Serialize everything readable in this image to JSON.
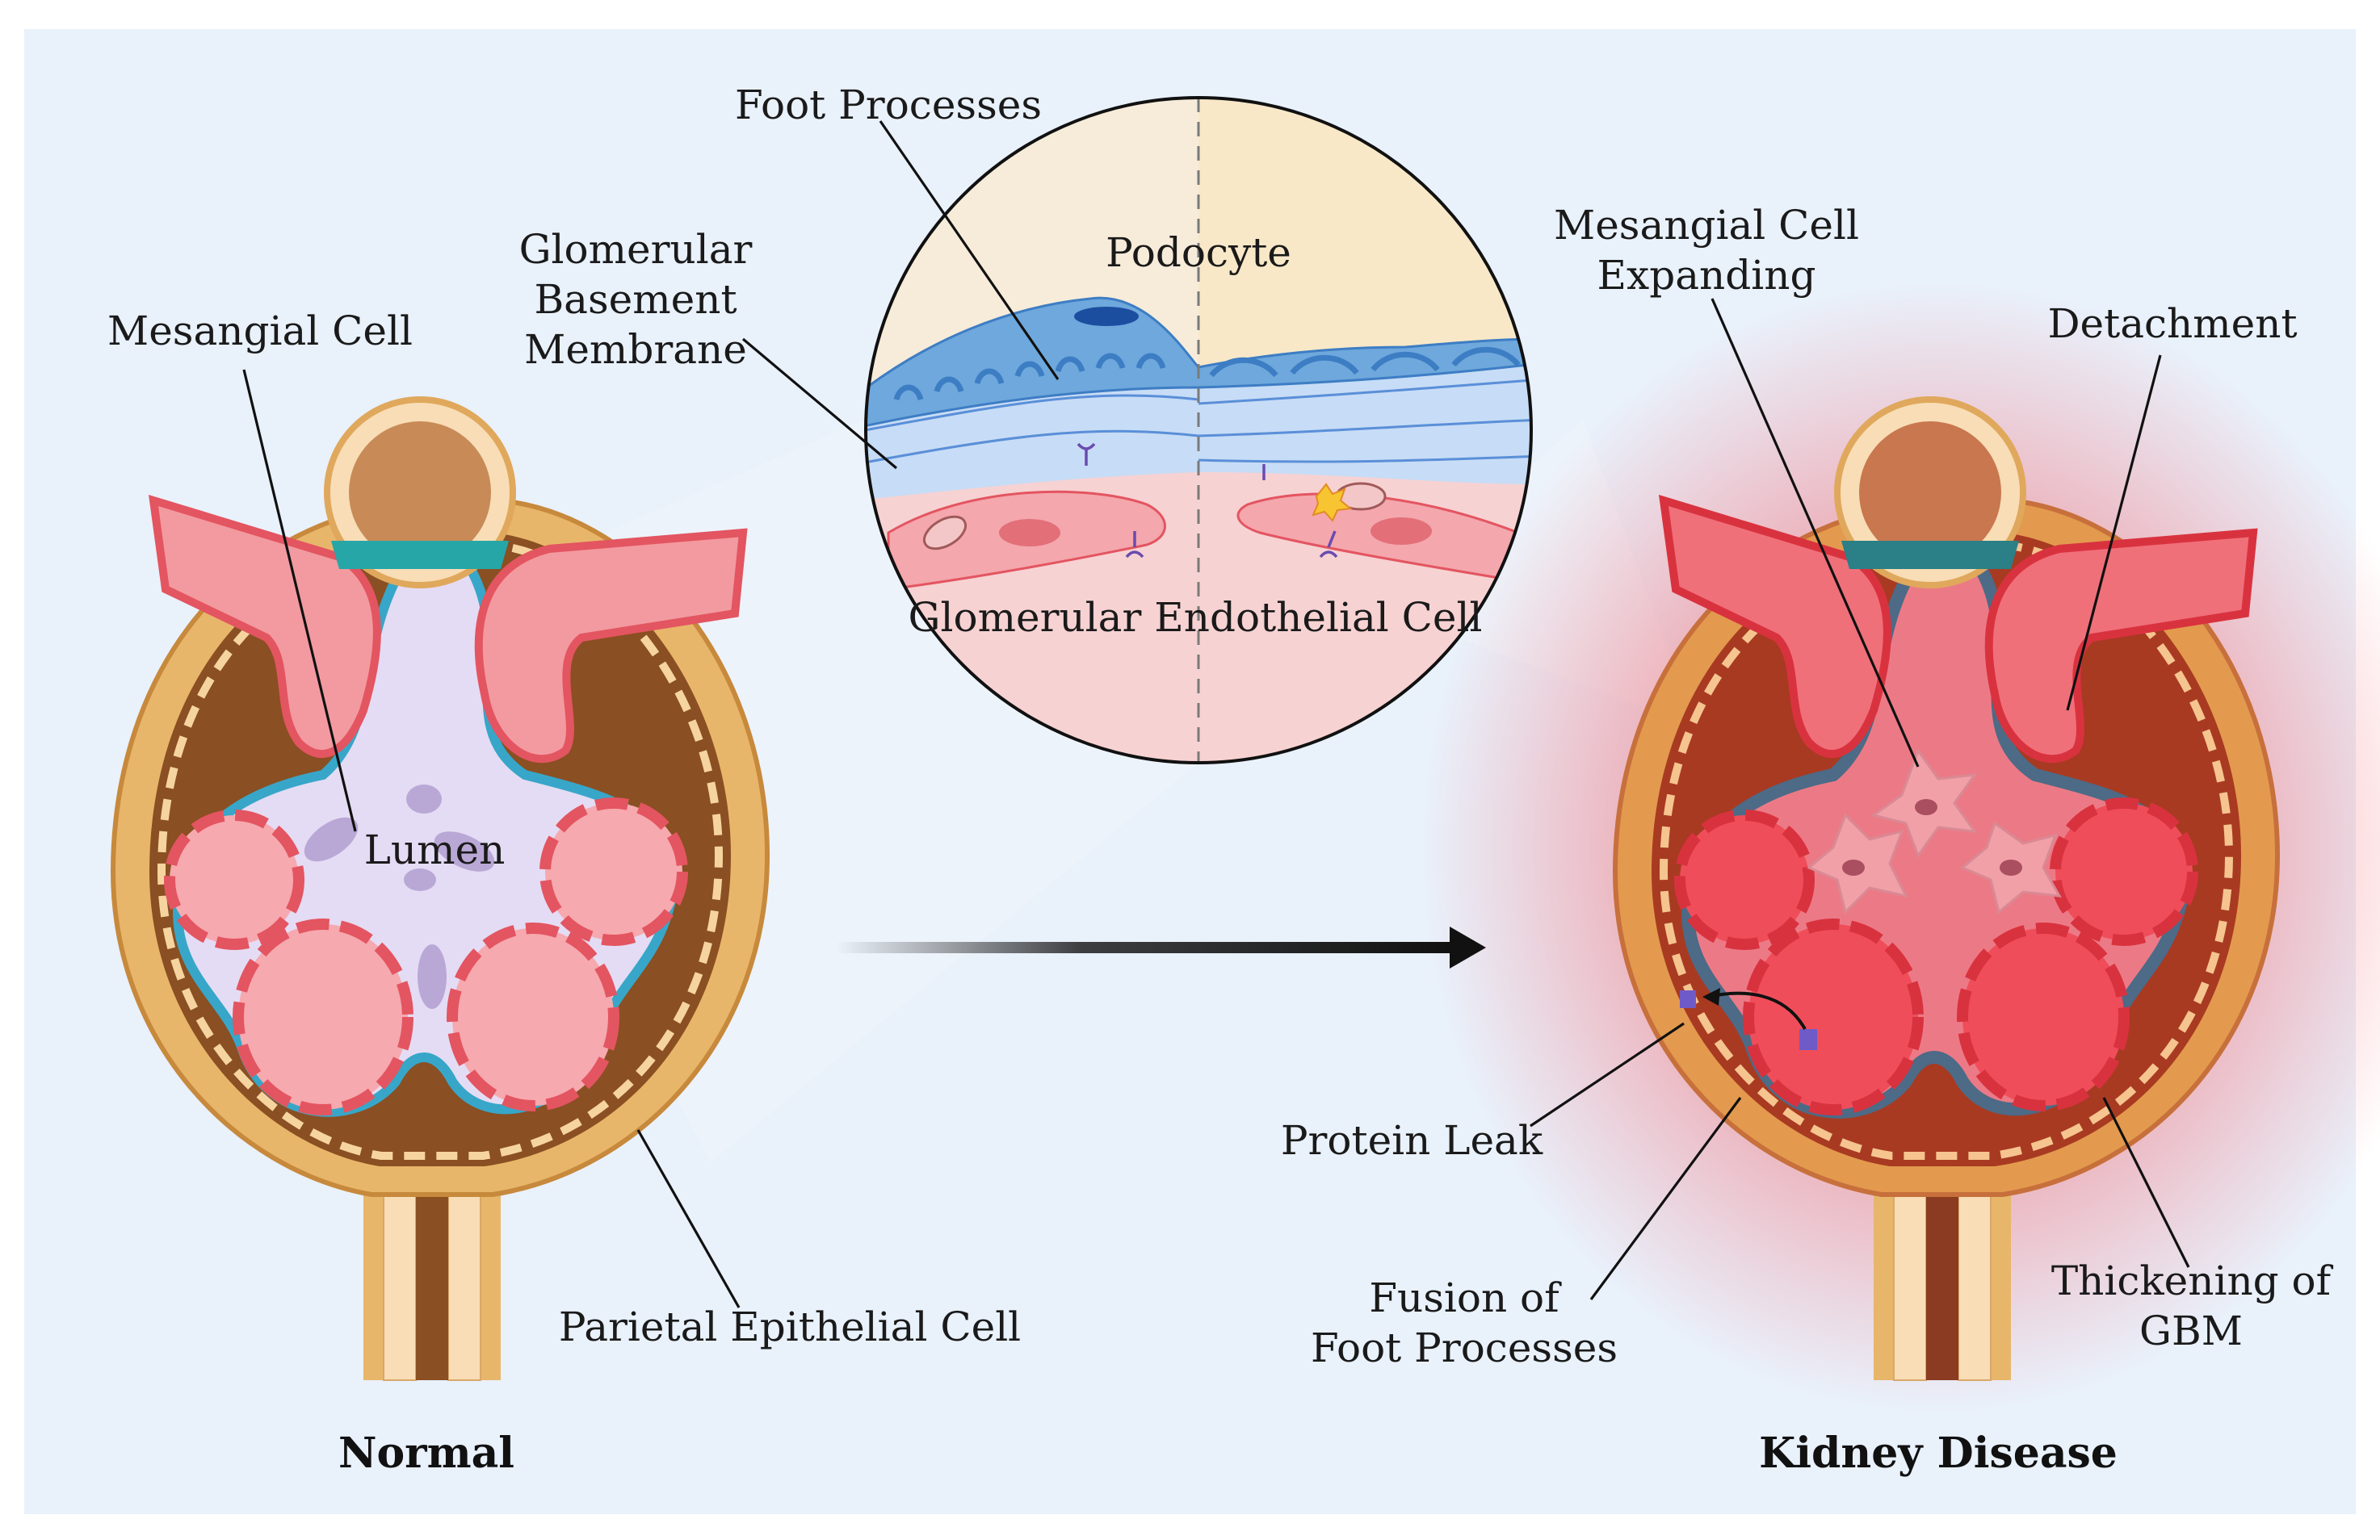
{
  "colors": {
    "background_panel": "#e9f1fb",
    "capsule": "#e8b66a",
    "bowman_space": "#8a4f22",
    "capillary_wall": "#e35561",
    "capillary_lumen": "#f6a9ae",
    "mesangium": "#e4dcf4",
    "podocyte": "#38a6c8",
    "disease_glow": "#f25d66",
    "normal_tint": "#f7ecd9",
    "disease_tint": "#f8e8c8"
  },
  "labels": {
    "foot_processes": "Foot Processes",
    "podocyte": "Podocyte",
    "gbm_line1": "Glomerular",
    "gbm_line2": "Basement",
    "gbm_line3": "Membrane",
    "endothelial": "Glomerular Endothelial Cell",
    "mesangial_cell": "Mesangial Cell",
    "lumen": "Lumen",
    "parietal": "Parietal Epithelial Cell",
    "mesangial_expanding_line1": "Mesangial Cell",
    "mesangial_expanding_line2": "Expanding",
    "detachment": "Detachment",
    "protein_leak": "Protein Leak",
    "fusion_line1": "Fusion of",
    "fusion_line2": "Foot Processes",
    "thickening_line1": "Thickening of",
    "thickening_line2": "GBM"
  },
  "captions": {
    "normal": "Normal",
    "disease": "Kidney Disease"
  },
  "icons": {
    "arrow": "right-arrow-icon",
    "dashed_divider": "dashed-divider"
  }
}
